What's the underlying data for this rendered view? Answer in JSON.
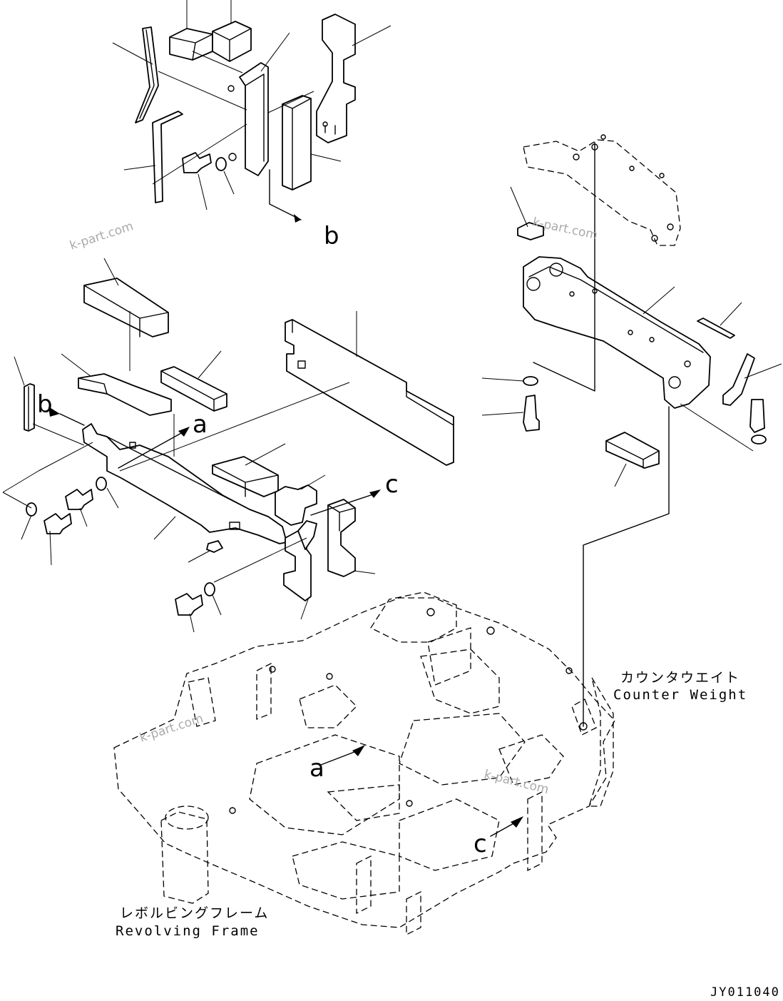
{
  "markers": {
    "a": "a",
    "b": "b",
    "c": "c"
  },
  "labels": {
    "counter_weight_jp": "カウンタウエイト",
    "counter_weight_en": "Counter Weight",
    "revolving_frame_jp": "レボルビングフレーム",
    "revolving_frame_en": "Revolving Frame"
  },
  "watermark": "k-part.com",
  "drawing_code": "JY011040"
}
